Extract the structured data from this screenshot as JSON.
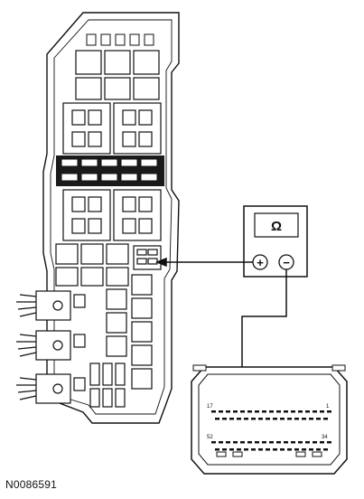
{
  "figure": {
    "id_label": "N0086591"
  },
  "meter": {
    "symbol": "Ω",
    "plus_symbol": "+",
    "minus_symbol": "−"
  },
  "connector": {
    "pin_top_left": "17",
    "pin_top_right": "1",
    "pin_bottom_left": "52",
    "pin_bottom_right": "34"
  }
}
